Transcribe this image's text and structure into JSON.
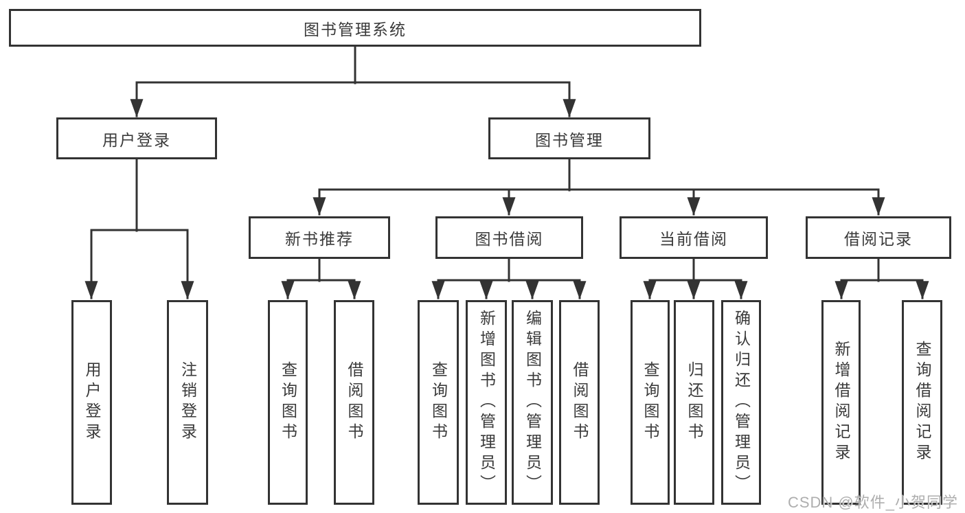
{
  "diagram": {
    "root": {
      "label": "图书管理系统"
    },
    "user_login": {
      "label": "用户登录",
      "children": [
        {
          "label": "用户登录"
        },
        {
          "label": "注销登录"
        }
      ]
    },
    "book_management": {
      "label": "图书管理",
      "sections": [
        {
          "label": "新书推荐",
          "children": [
            {
              "label": "查询图书"
            },
            {
              "label": "借阅图书"
            }
          ]
        },
        {
          "label": "图书借阅",
          "children": [
            {
              "label": "查询图书"
            },
            {
              "label": "新增图书（管理员）"
            },
            {
              "label": "编辑图书（管理员）"
            },
            {
              "label": "借阅图书"
            }
          ]
        },
        {
          "label": "当前借阅",
          "children": [
            {
              "label": "查询图书"
            },
            {
              "label": "归还图书"
            },
            {
              "label": "确认归还（管理员）"
            }
          ]
        },
        {
          "label": "借阅记录",
          "children": [
            {
              "label": "新增借阅记录"
            },
            {
              "label": "查询借阅记录"
            }
          ]
        }
      ]
    }
  },
  "watermark": {
    "text": "CSDN @软件_小贺同学"
  },
  "colors": {
    "line": "#333333",
    "text": "#3a3a3a",
    "watermark": "#aeaeae",
    "background": "#ffffff"
  }
}
